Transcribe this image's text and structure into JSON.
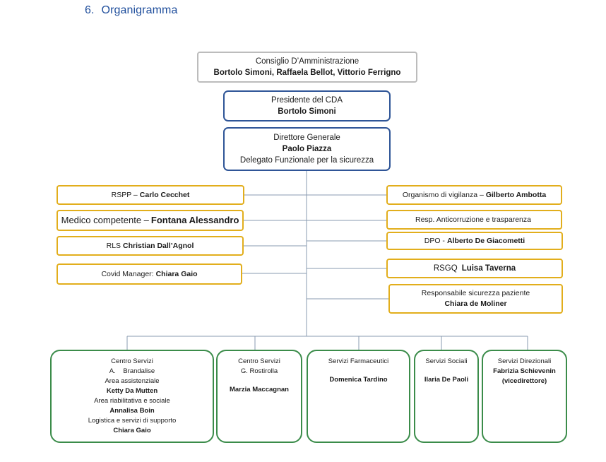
{
  "heading": {
    "number": "6.",
    "title": "Organigramma"
  },
  "board": {
    "title": "Consiglio D’Amministrazione",
    "members": "Bortolo Simoni, Raffaela Bellot, Vittorio Ferrigno"
  },
  "president": {
    "title": "Presidente del CDA",
    "name": "Bortolo Simoni"
  },
  "director": {
    "title": "Direttore Generale",
    "name": "Paolo Piazza",
    "role": "Delegato Funzionale per la sicurezza"
  },
  "left_staff": [
    {
      "label": "RSPP –",
      "name": "Carlo Cecchet"
    },
    {
      "label": "Medico competente –",
      "name": "Fontana Alessandro"
    },
    {
      "label": "RLS",
      "name": "Christian Dall’Agnol"
    },
    {
      "label": "Covid Manager:",
      "name": "Chiara Gaio"
    }
  ],
  "right_staff": [
    {
      "label": "Organismo di vigilanza –",
      "name": "Gilberto Ambotta"
    },
    {
      "label": "Resp. Anticorruzione e trasparenza",
      "name": ""
    },
    {
      "label": "DPO  -",
      "name": "Alberto De Giacometti"
    },
    {
      "label": "RSGQ",
      "name": "Luisa Taverna"
    }
  ],
  "patient_safety": {
    "title": "Responsabile sicurezza paziente",
    "name": "Chiara de Moliner"
  },
  "services": {
    "centro1": {
      "title": "Centro Servizi",
      "subtitle": "A.    Brandalise",
      "area1": "Area assistenziale",
      "name1": "Ketty Da Mutten",
      "area2": "Area riabilitativa e sociale",
      "name2": "Annalisa Boin",
      "area3": "Logistica e servizi di supporto",
      "name3": "Chiara Gaio"
    },
    "centro2": {
      "title": "Centro Servizi",
      "subtitle": "G. Rostirolla",
      "name": "Marzia Maccagnan"
    },
    "farmaceutici": {
      "title": "Servizi Farmaceutici",
      "name": "Domenica Tardino"
    },
    "sociali": {
      "title": "Servizi Sociali",
      "name": "Ilaria De Paoli"
    },
    "direzionali": {
      "title": "Servizi Direzionali",
      "name": "Fabrizia Schievenin",
      "note": "(vicedirettore)"
    }
  }
}
